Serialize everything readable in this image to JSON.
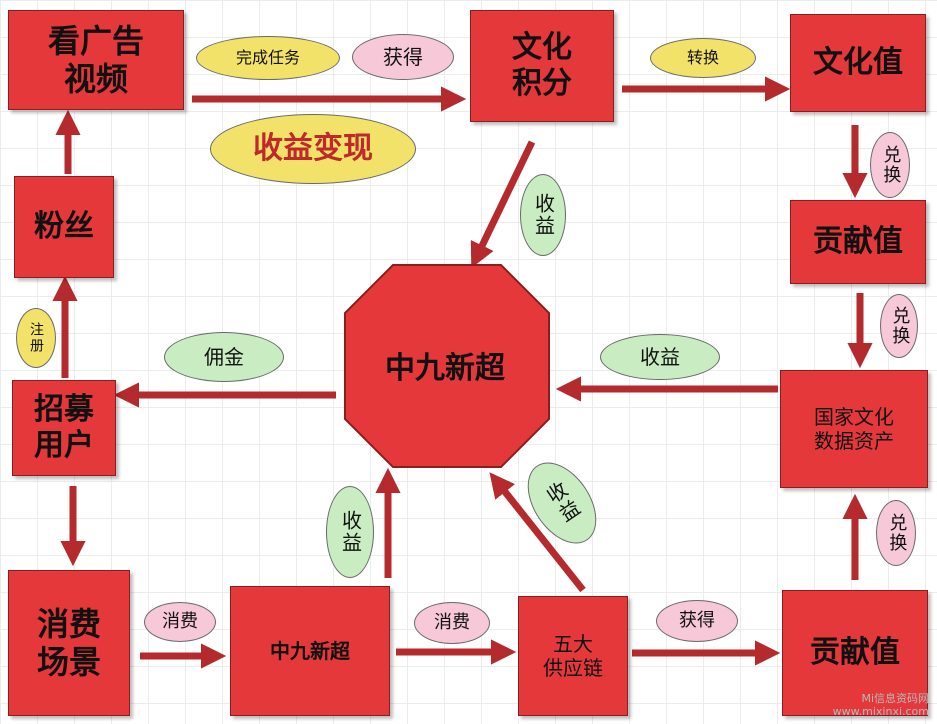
{
  "boxes": {
    "watch_ads": "看广告\n视频",
    "cultural_points": "文化\n积分",
    "cultural_value_top": "文化值",
    "fans": "粉丝",
    "contribution_top": "贡献值",
    "recruit_users": "招募\n用户",
    "national_assets": "国家文化\n数据资产",
    "consumption_scenes": "消费\n场景",
    "zhongjiu_bottom": "中九新超",
    "five_supply": "五大\n供应链",
    "contribution_bottom": "贡献值"
  },
  "center": {
    "label": "中九新超"
  },
  "ovals": {
    "complete_task": "完成任务",
    "obtain_top": "获得",
    "convert": "转换",
    "revenue_realize": "收益变现",
    "redeem_1": "兑换",
    "redeem_2": "兑换",
    "redeem_3": "兑换",
    "income_left_diag": "收益",
    "income_right": "收益",
    "commission": "佣金",
    "register": "注册",
    "income_bottom_up": "收益",
    "income_diag_bottom": "收益",
    "consume_1": "消费",
    "consume_2": "消费",
    "obtain_bottom": "获得"
  },
  "watermark": {
    "line1": "Mi信息资码网",
    "line2": "www.mixinxi.com"
  },
  "colors": {
    "box_fill": "#e5383b",
    "arrow": "#b52a2d",
    "oval_yellow": "#f3e26a",
    "oval_pink": "#f7c8d8",
    "oval_green": "#c9ecc2"
  }
}
